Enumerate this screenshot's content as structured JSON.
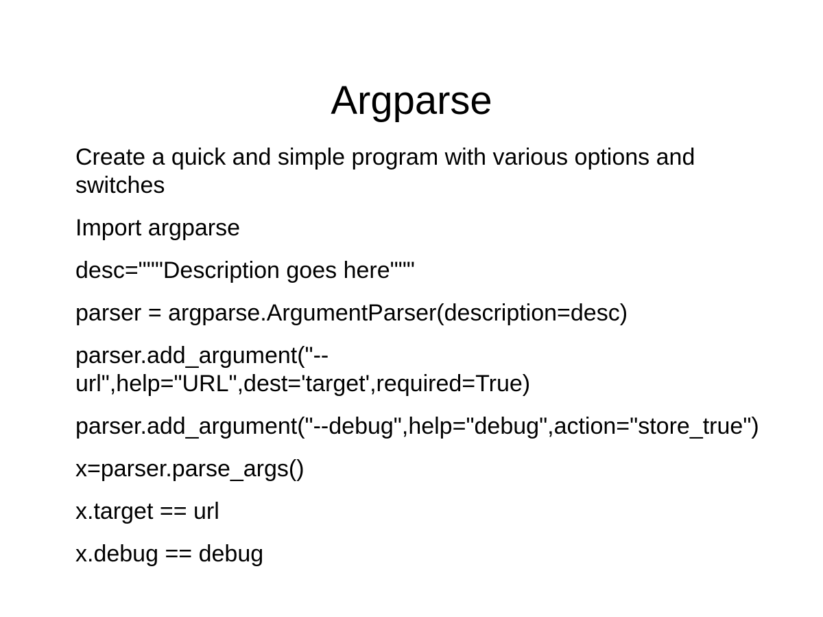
{
  "slide": {
    "title": "Argparse",
    "background_color": "#ffffff",
    "text_color": "#000000",
    "body": [
      {
        "id": "intro",
        "text": "Create a quick and simple program with various options and switches"
      },
      {
        "id": "import",
        "text": "Import argparse"
      },
      {
        "id": "desc-assign",
        "text": "desc=\"\"\"Description goes here\"\"\""
      },
      {
        "id": "parser-init",
        "text": "parser = argparse.ArgumentParser(description=desc)"
      },
      {
        "id": "add-argument-url",
        "text": "parser.add_argument(\"--url\",help=\"URL\",dest='target',required=True)"
      },
      {
        "id": "add-argument-debug",
        "text": "parser.add_argument(\"--debug\",help=\"debug\",action=\"store_true\")"
      },
      {
        "id": "parse-args",
        "text": "x=parser.parse_args()"
      },
      {
        "id": "x-target",
        "text": "x.target == url"
      },
      {
        "id": "x-debug",
        "text": "x.debug == debug"
      }
    ]
  }
}
